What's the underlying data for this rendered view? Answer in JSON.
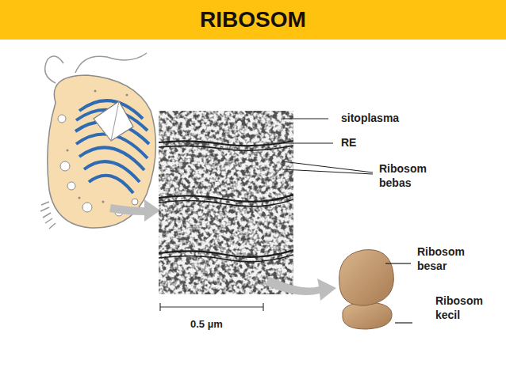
{
  "diagram": {
    "title": "RIBOSOM",
    "labels": [
      "sitoplasma",
      "RE",
      "Ribosom bebas",
      "Ribosom besar",
      "Ribosom kecil",
      "0.5 µm"
    ]
  }
}
